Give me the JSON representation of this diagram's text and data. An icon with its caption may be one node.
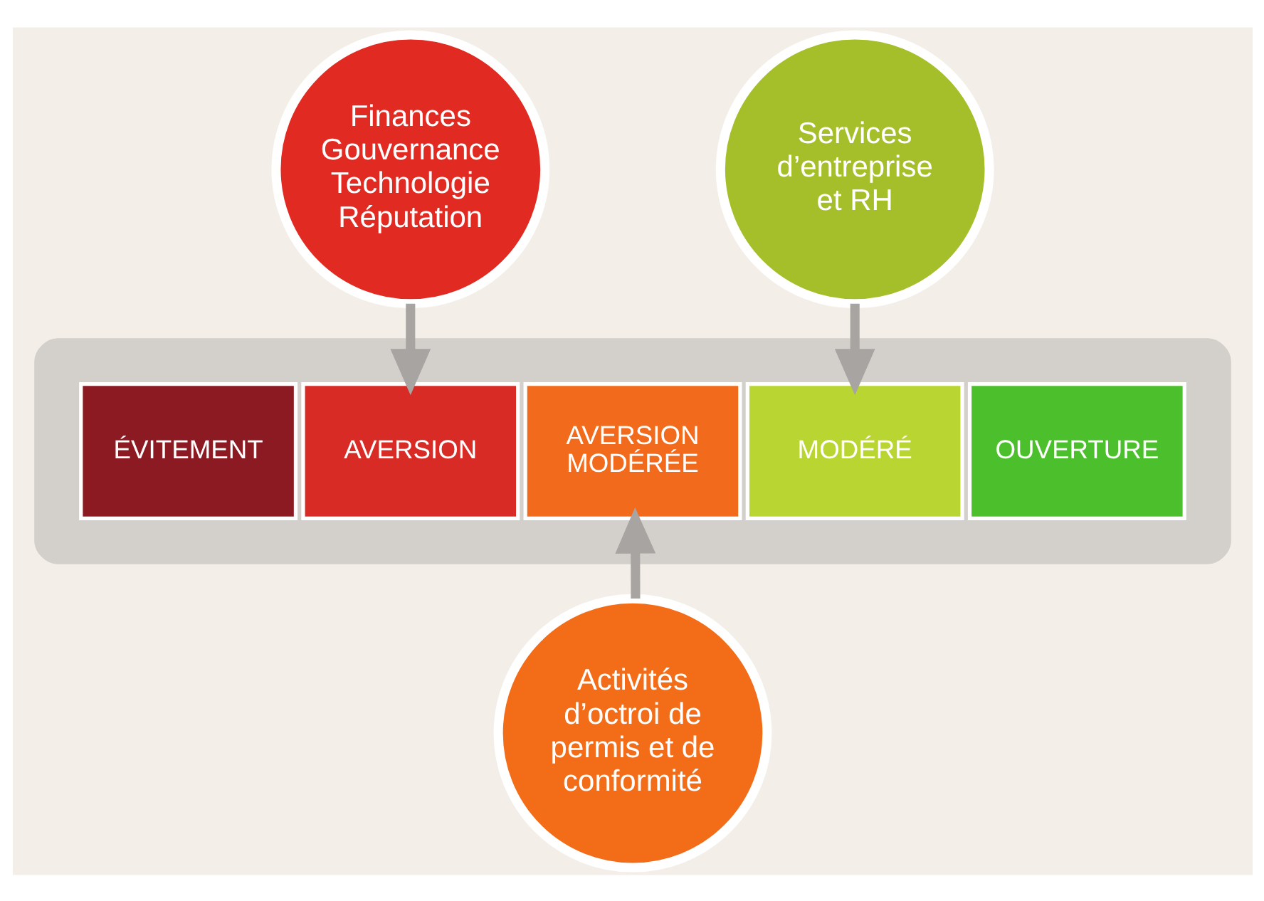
{
  "diagram": {
    "nodes": [
      {
        "text": [],
        "shape": "band"
      },
      {
        "text": [
          "ÉVITEMENT"
        ],
        "in": 0
      },
      {
        "text": [
          "AVERSION"
        ],
        "in": 0
      },
      {
        "text": [
          "AVERSION MODÉRÉE"
        ],
        "in": 0
      },
      {
        "text": [
          "MODÉRÉ"
        ],
        "in": 0
      },
      {
        "text": [
          "OUVERTURE"
        ],
        "in": 0
      },
      {
        "text": [
          "Finances",
          "Gouvernance",
          "Technologie",
          "Réputation"
        ]
      },
      {
        "text": [
          "Services d’entreprise et RH"
        ]
      },
      {
        "text": [
          "Activités d’octroi de permis et de conformité"
        ]
      }
    ],
    "edges": [
      {
        "from": 6,
        "to": 2,
        "arrow": "to"
      },
      {
        "from": 7,
        "to": 4,
        "arrow": "to"
      },
      {
        "from": 8,
        "to": 3,
        "arrow": "to"
      }
    ]
  }
}
